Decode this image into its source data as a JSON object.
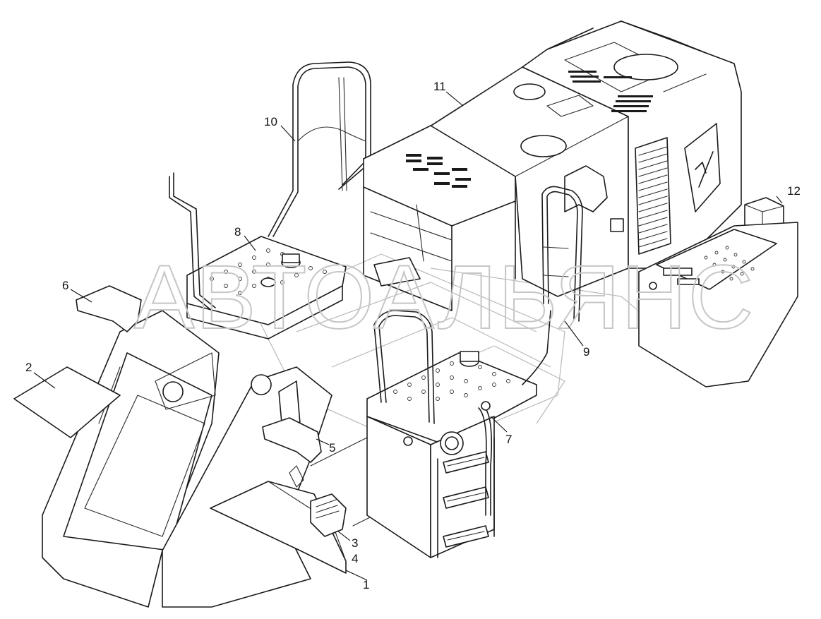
{
  "watermark": "АВТОАЛЬЯНС",
  "callouts": [
    "1",
    "2",
    "3",
    "4",
    "5",
    "6",
    "7",
    "8",
    "9",
    "10",
    "11",
    "12"
  ]
}
